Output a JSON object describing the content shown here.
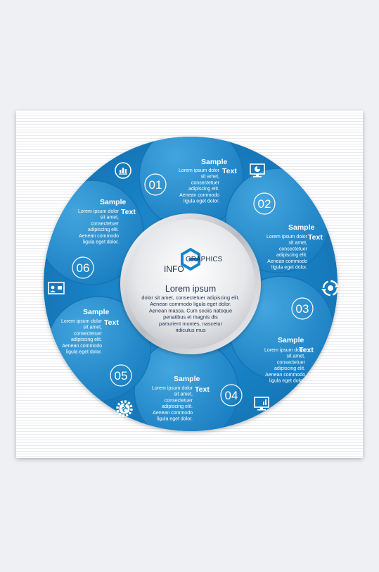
{
  "logo": {
    "info": "INFO",
    "letter": "G",
    "graphics": "GRAPHICS"
  },
  "center": {
    "heading": "Lorem ipsum",
    "lines": [
      "dolor sit amet, consectetuer adipiscing elit.",
      "Aenean commodo ligula eget dolor.",
      "Aenean massa. Cum sociis natoque",
      "penatibus et magnis dis",
      "parturient montes, nascetur",
      "ridiculus mus"
    ]
  },
  "segments": [
    {
      "number": "01",
      "title_line1": "Sample",
      "title_line2": "Text",
      "icon": "pie-chart-monitor-icon",
      "lines": [
        "Lorem ipsum dolor",
        "sit amet,",
        "consectetuer",
        "adipiscing elit.",
        "Aenean commodo",
        "ligula eget dolor."
      ]
    },
    {
      "number": "02",
      "title_line1": "Sample",
      "title_line2": "Text",
      "icon": "refresh-cycle-icon",
      "lines": [
        "Lorem ipsum dolor",
        "sit amet,",
        "consectetuer",
        "adipiscing elit.",
        "Aenean commodo",
        "ligula eget dolor."
      ]
    },
    {
      "number": "03",
      "title_line1": "Sample",
      "title_line2": "Text",
      "icon": "bar-chart-monitor-icon",
      "lines": [
        "Lorem ipsum dolor",
        "sit amet,",
        "consectetuer",
        "adipiscing elit.",
        "Aenean commodo",
        "ligula eget dolor."
      ]
    },
    {
      "number": "04",
      "title_line1": "Sample",
      "title_line2": "Text",
      "icon": "gear-runner-icon",
      "lines": [
        "Lorem ipsum dolor",
        "sit amet,",
        "consectetuer",
        "adipiscing elit.",
        "Aenean commodo",
        "ligula eget dolor."
      ]
    },
    {
      "number": "05",
      "title_line1": "Sample",
      "title_line2": "Text",
      "icon": "presentation-board-icon",
      "lines": [
        "Lorem ipsum dolor",
        "sit amet,",
        "consectetuer",
        "adipiscing elit.",
        "Aenean commodo",
        "ligula eget dolor."
      ]
    },
    {
      "number": "06",
      "title_line1": "Sample",
      "title_line2": "Text",
      "icon": "target-chart-icon",
      "lines": [
        "Lorem ipsum dolor",
        "sit amet,",
        "consectetuer",
        "adipiscing elit.",
        "Aenean commodo",
        "ligula eget dolor."
      ]
    }
  ],
  "colors": {
    "ring": "#1a84c8",
    "ring_light": "#3a9fd8",
    "ring_dark": "#0f6aa6",
    "text": "#ffffff",
    "center_text": "#1e3350"
  }
}
